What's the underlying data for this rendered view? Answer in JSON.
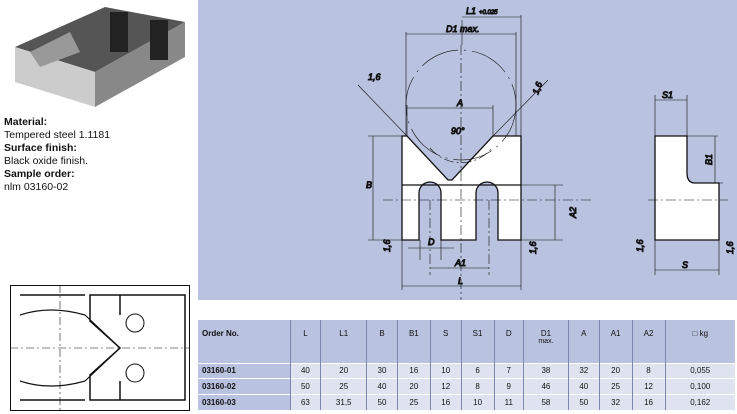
{
  "info": {
    "material_label": "Material:",
    "material": "Tempered steel 1.1181",
    "surface_label": "Surface finish:",
    "surface": "Black oxide finish.",
    "sample_label": "Sample order:",
    "sample": "nlm 03160-02"
  },
  "drawing": {
    "L1": "L1",
    "L1_tol": "+0.025",
    "D1": "D1 max.",
    "A": "A",
    "angle": "90°",
    "B": "B",
    "A2": "A2",
    "D": "D",
    "A1": "A1",
    "L": "L",
    "S1": "S1",
    "B1": "B1",
    "S": "S",
    "roughness": "1,6"
  },
  "table": {
    "headers": [
      "Order No.",
      "L",
      "L1",
      "B",
      "B1",
      "S",
      "S1",
      "D",
      "D1",
      "A",
      "A1",
      "A2",
      "kg"
    ],
    "d1_sub": "max.",
    "rows": [
      [
        "03160-01",
        "40",
        "20",
        "30",
        "16",
        "10",
        "6",
        "7",
        "38",
        "32",
        "20",
        "8",
        "0,055"
      ],
      [
        "03160-02",
        "50",
        "25",
        "40",
        "20",
        "12",
        "8",
        "9",
        "46",
        "40",
        "25",
        "12",
        "0,100"
      ],
      [
        "03160-03",
        "63",
        "31,5",
        "50",
        "25",
        "16",
        "10",
        "11",
        "58",
        "50",
        "32",
        "16",
        "0,162"
      ]
    ]
  }
}
